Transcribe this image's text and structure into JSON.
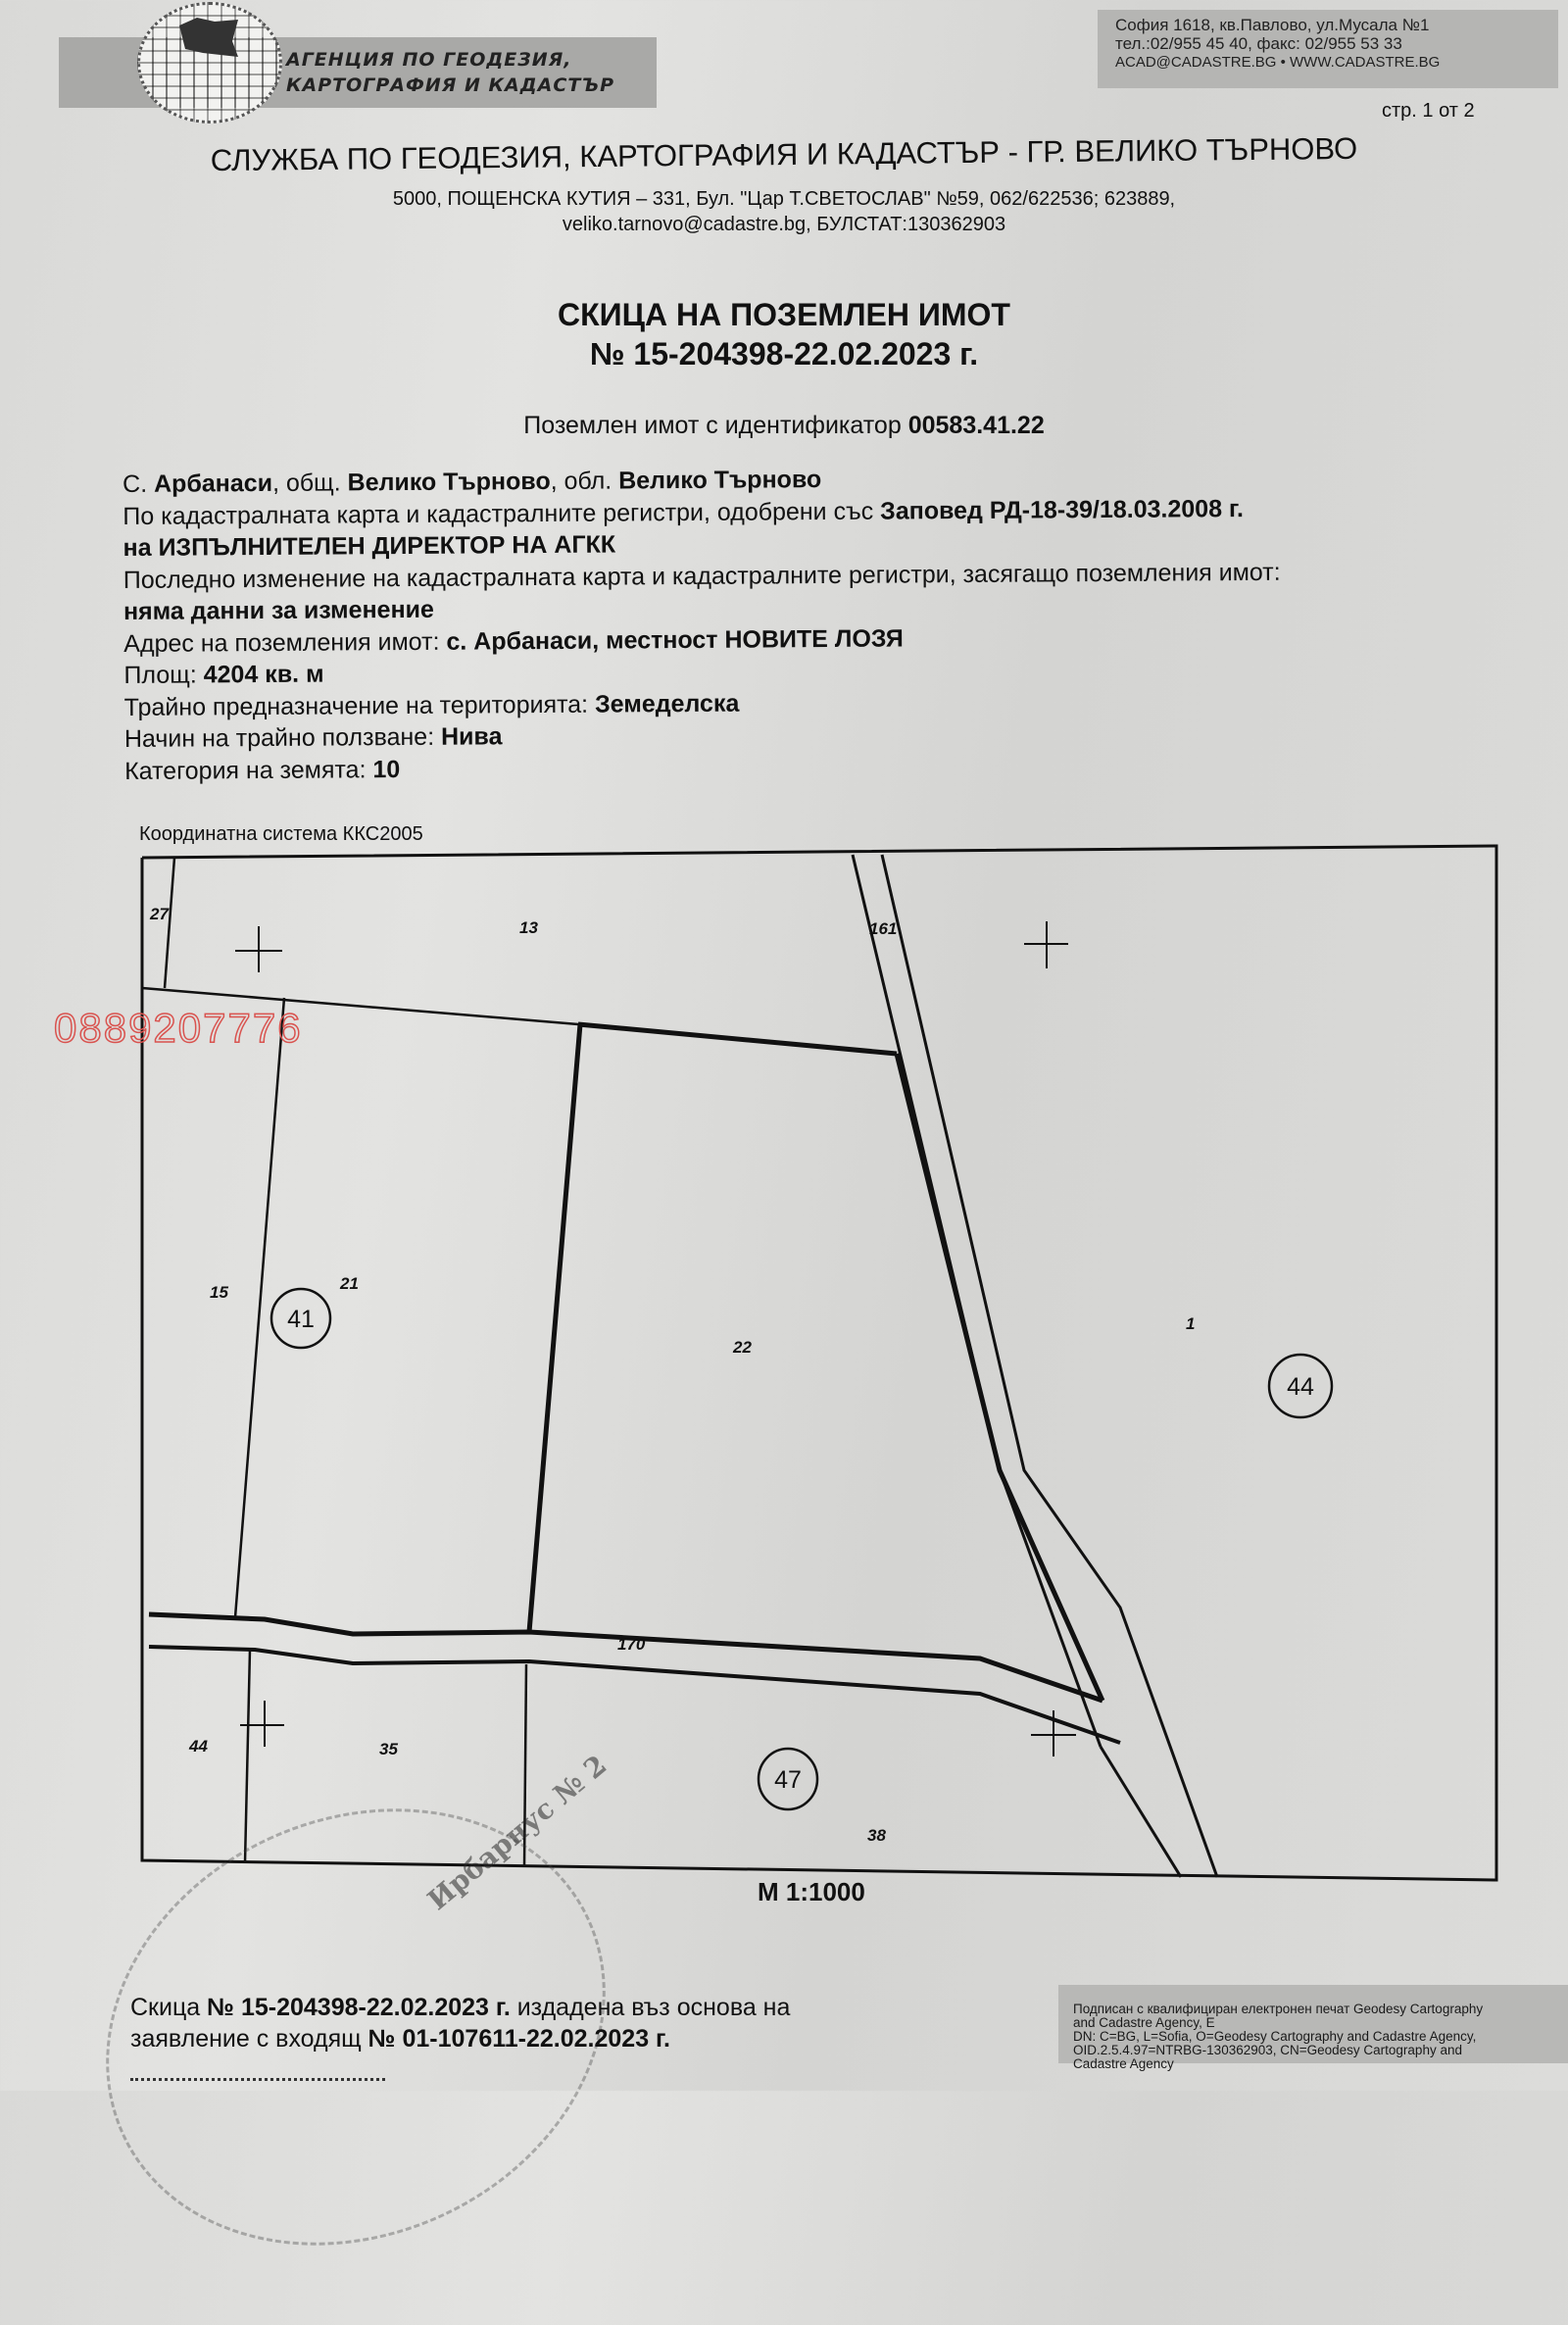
{
  "header": {
    "agency_logo_line1": "АГЕНЦИЯ ПО ГЕОДЕЗИЯ,",
    "agency_logo_line2": "КАРТОГРАФИЯ И КАДАСТЪР",
    "contact_address": "София 1618, кв.Павлово, ул.Мусала №1",
    "contact_phone": "тел.:02/955 45 40, факс: 02/955 53 33",
    "contact_web": "ACAD@CADASTRE.BG • WWW.CADASTRE.BG",
    "page_number": "стр. 1 от 2"
  },
  "office": {
    "title": "СЛУЖБА ПО ГЕОДЕЗИЯ, КАРТОГРАФИЯ И КАДАСТЪР - ГР. ВЕЛИКО ТЪРНОВО",
    "address_line": "5000, ПОЩЕНСКА КУТИЯ – 331, Бул. \"Цар Т.СВЕТОСЛАВ\" №59, 062/622536; 623889,",
    "email_line": "veliko.tarnovo@cadastre.bg, БУЛСТАТ:130362903"
  },
  "document": {
    "title": "СКИЦА НА ПОЗЕМЛЕН ИМОТ",
    "number": "№ 15-204398-22.02.2023 г.",
    "identifier_label": "Поземлен имот с идентификатор",
    "identifier_value": "00583.41.22"
  },
  "property": {
    "village_prefix": "С.",
    "village": "Арбанаси",
    "municipality_label": ", общ.",
    "municipality": "Велико Търново",
    "region_label": ", обл.",
    "region": "Велико Търново",
    "cadastre_text": "По кадастралната карта и кадастралните регистри, одобрени със",
    "order": "Заповед РД-18-39/18.03.2008 г.",
    "order_authority": "на ИЗПЪЛНИТЕЛЕН ДИРЕКТОР НА АГКК",
    "last_change_label": "Последно изменение на кадастралната карта и кадастралните регистри, засягащо поземления имот:",
    "last_change_value": "няма данни за изменение",
    "address_label": "Адрес на поземления имот:",
    "address_value": "с. Арбанаси, местност НОВИТЕ ЛОЗЯ",
    "area_label": "Площ:",
    "area_value": "4204 кв. м",
    "purpose_label": "Трайно предназначение на територията:",
    "purpose_value": "Земеделска",
    "usage_label": "Начин на трайно ползване:",
    "usage_value": "Нива",
    "category_label": "Категория на земята:",
    "category_value": "10"
  },
  "map": {
    "coordinate_system": "Координатна система ККС2005",
    "watermark_phone": "0889207776",
    "parcel_labels": [
      "27",
      "13",
      "161",
      "15",
      "21",
      "22",
      "1",
      "170",
      "44",
      "35",
      "38"
    ],
    "block_labels": [
      "41",
      "44",
      "47"
    ],
    "scale": "M 1:1000"
  },
  "footer": {
    "issued_prefix": "Скица",
    "issued_number": "№ 15-204398-22.02.2023 г.",
    "issued_text": "издадена въз основа на",
    "application_text": "заявление с входящ",
    "application_number": "№ 01-107611-22.02.2023 г.",
    "stamp_text": "Ирбарнус № 2",
    "esign_line1": "Подписан с квалифициран електронен печат Geodesy Cartography",
    "esign_line2": "and Cadastre Agency, E",
    "esign_line3": "DN: C=BG, L=Sofia, O=Geodesy Cartography and Cadastre Agency,",
    "esign_line4": "OID.2.5.4.97=NTRBG-130362903, CN=Geodesy Cartography and",
    "esign_line5": "Cadastre Agency"
  }
}
